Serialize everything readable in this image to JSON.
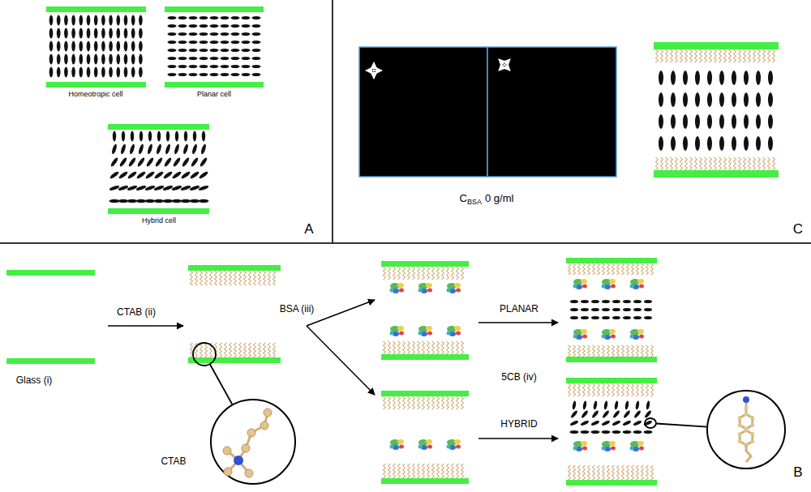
{
  "diagram": {
    "labels": [
      "Homeotropic cell",
      "Planar cell",
      "Hybrid cell",
      "A",
      "C",
      "BSA",
      "0 g/ml",
      "C",
      "CTAB (ii)",
      "BSA (iii)",
      "PLANAR",
      "5CB (iv)",
      "Glass (i)",
      "HYBRID",
      "CTAB",
      "B"
    ]
  }
}
